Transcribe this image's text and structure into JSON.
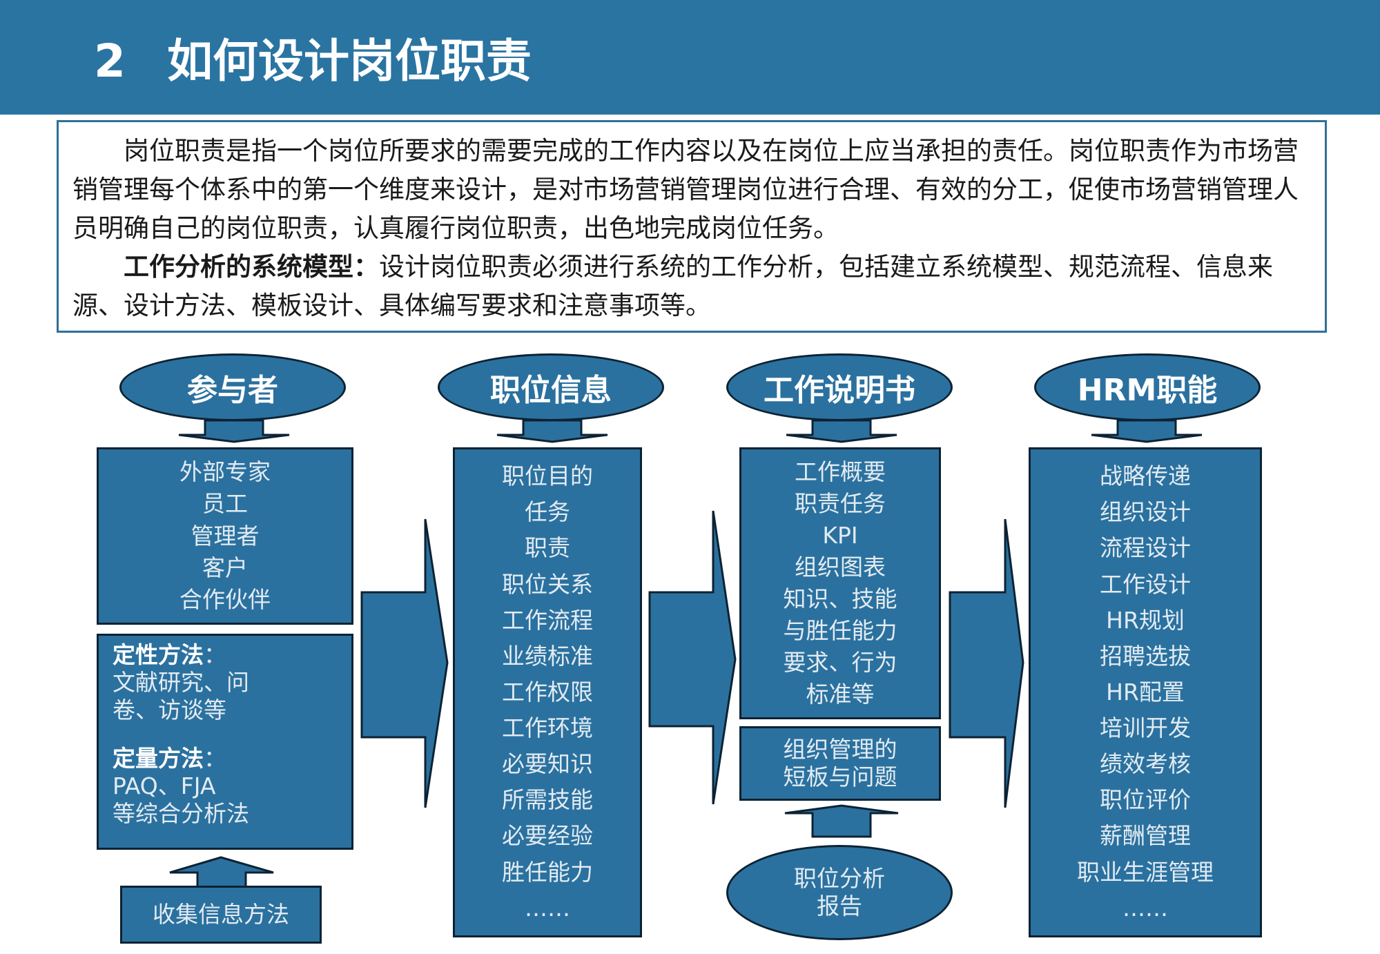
{
  "header": {
    "number": "2",
    "title": "如何设计岗位职责"
  },
  "intro": {
    "paragraph1": "岗位职责是指一个岗位所要求的需要完成的工作内容以及在岗位上应当承担的责任。岗位职责作为市场营销管理每个体系中的第一个维度来设计，是对市场营销管理岗位进行合理、有效的分工，促使市场营销管理人员明确自己的岗位职责，认真履行岗位职责，出色地完成岗位任务。",
    "paragraph2_bold": "工作分析的系统模型：",
    "paragraph2_text": "设计岗位职责必须进行系统的工作分析，包括建立系统模型、规范流程、信息来源、设计方法、模板设计、具体编写要求和注意事项等。"
  },
  "columns": {
    "participants": {
      "title": "参与者",
      "items": [
        "外部专家",
        "员工",
        "管理者",
        "客户",
        "合作伙伴"
      ],
      "qualitative_title": "定性方法",
      "qualitative_colon": "：",
      "qualitative_lines": [
        "文献研究、问",
        "卷、访谈等"
      ],
      "quantitative_title": "定量方法",
      "quantitative_colon": "：",
      "quantitative_lines": [
        "PAQ、FJA",
        "等综合分析法"
      ],
      "collect_label": "收集信息方法"
    },
    "position_info": {
      "title": "职位信息",
      "items": [
        "职位目的",
        "任务",
        "职责",
        "职位关系",
        "工作流程",
        "业绩标准",
        "工作权限",
        "工作环境",
        "必要知识",
        "所需技能",
        "必要经验",
        "胜任能力",
        "……"
      ]
    },
    "job_description": {
      "title": "工作说明书",
      "items": [
        "工作概要",
        "职责任务",
        "KPI",
        "组织图表",
        "知识、技能",
        "与胜任能力",
        "要求、行为",
        "标准等"
      ],
      "issues_lines": [
        "组织管理的",
        "短板与问题"
      ],
      "report_lines": [
        "职位分析",
        "报告"
      ]
    },
    "hrm": {
      "title": "HRM职能",
      "items": [
        "战略传递",
        "组织设计",
        "流程设计",
        "工作设计",
        "HR规划",
        "招聘选拔",
        "HR配置",
        "培训开发",
        "绩效考核",
        "职位评价",
        "薪酬管理",
        "职业生涯管理",
        "……"
      ]
    }
  },
  "colors": {
    "header": "#2a74a2",
    "box": "#2b719f",
    "outline": "#0c2233",
    "text_light": "#e2ebf2"
  }
}
